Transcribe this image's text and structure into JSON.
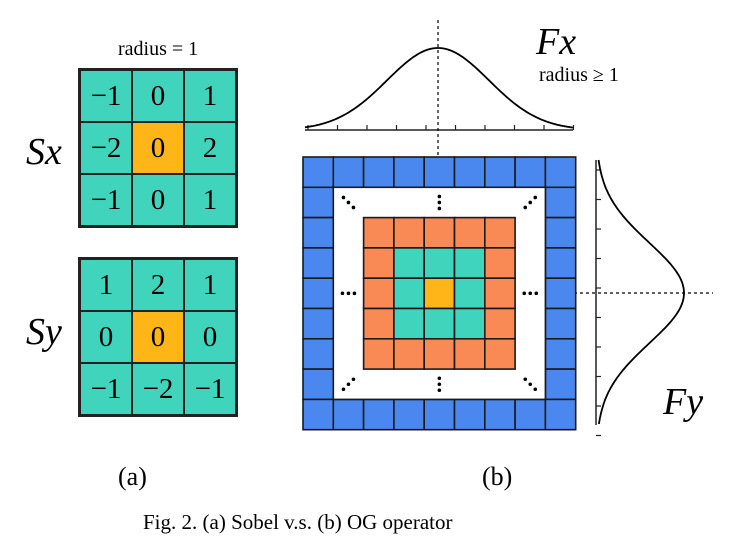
{
  "colors": {
    "teal": "#40d4bc",
    "orange_center": "#fdb517",
    "salmon": "#f98a56",
    "blue": "#4a88f0",
    "line": "#222222"
  },
  "panel_a": {
    "radius_label": "radius = 1",
    "sx_label": "Sx",
    "sy_label": "Sy",
    "sx_matrix": [
      [
        "−1",
        "0",
        "1"
      ],
      [
        "−2",
        "0",
        "2"
      ],
      [
        "−1",
        "0",
        "1"
      ]
    ],
    "sy_matrix": [
      [
        "1",
        "2",
        "1"
      ],
      [
        "0",
        "0",
        "0"
      ],
      [
        "−1",
        "−2",
        "−1"
      ]
    ],
    "label": "(a)"
  },
  "panel_b": {
    "fx_label": "Fx",
    "fx_radius": "radius ≥ 1",
    "fy_label": "Fy",
    "label": "(b)",
    "ellipsis_glyph": "…"
  },
  "caption": "Fig. 2.  (a) Sobel v.s. (b) OG operator"
}
